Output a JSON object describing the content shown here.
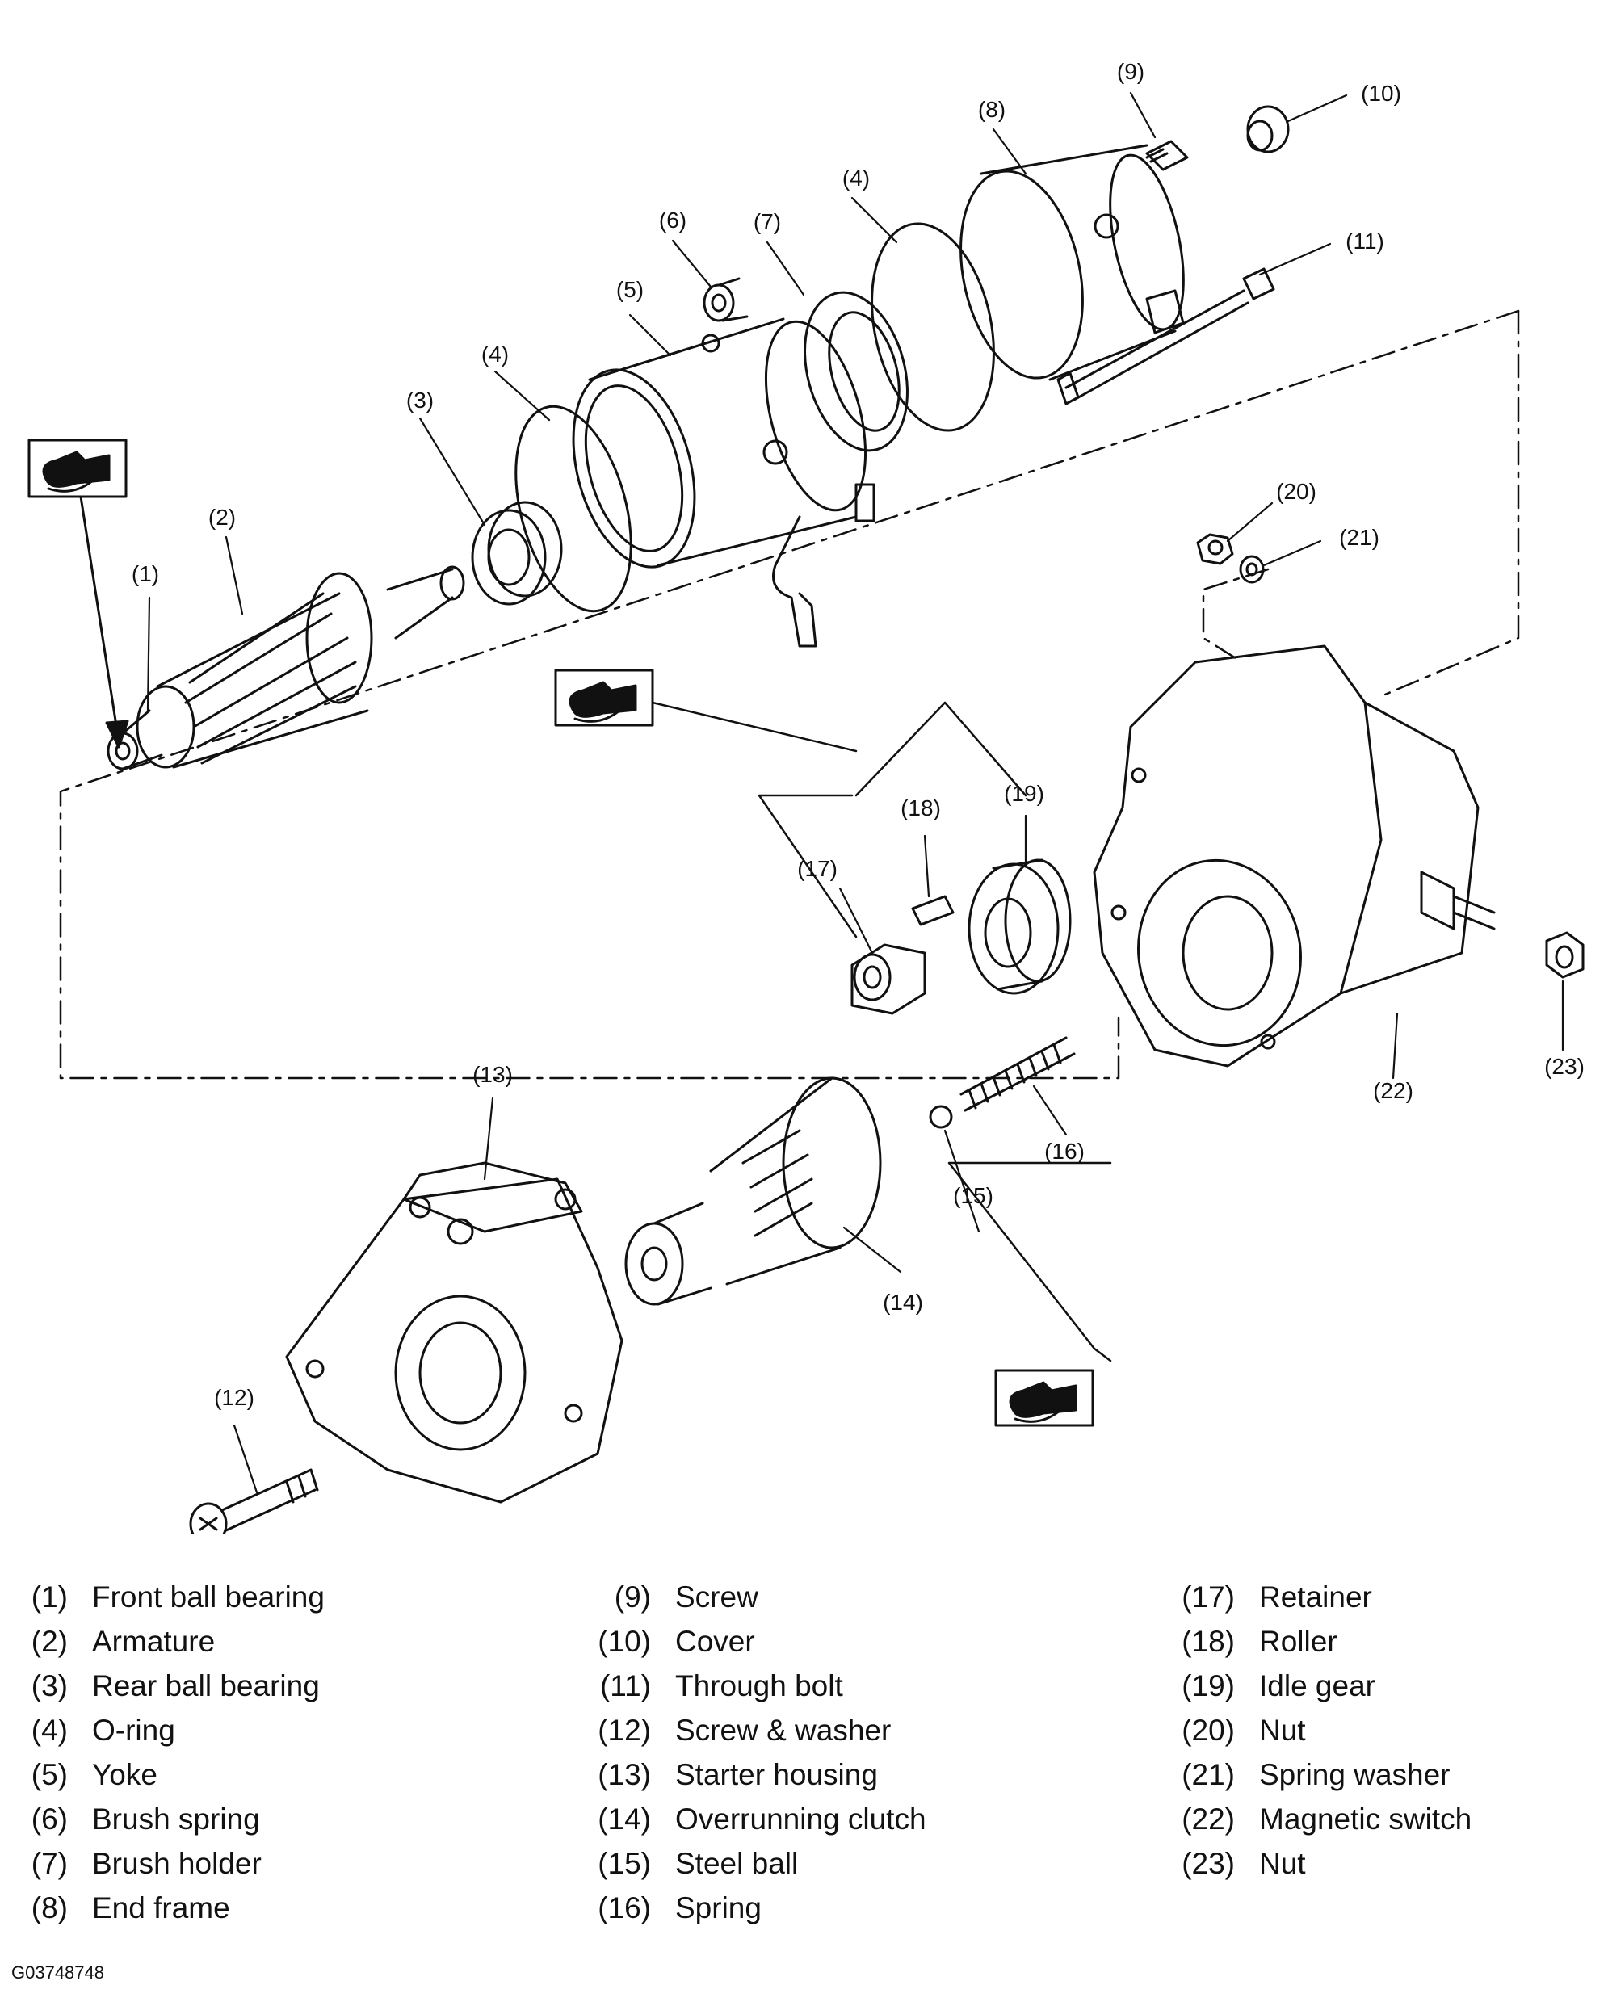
{
  "callouts": {
    "c1": "(1)",
    "c2": "(2)",
    "c3": "(3)",
    "c4a": "(4)",
    "c4b": "(4)",
    "c5": "(5)",
    "c6": "(6)",
    "c7": "(7)",
    "c8": "(8)",
    "c9": "(9)",
    "c10": "(10)",
    "c11": "(11)",
    "c12": "(12)",
    "c13": "(13)",
    "c14": "(14)",
    "c15": "(15)",
    "c16": "(16)",
    "c17": "(17)",
    "c18": "(18)",
    "c19": "(19)",
    "c20": "(20)",
    "c21": "(21)",
    "c22": "(22)",
    "c23": "(23)"
  },
  "legend": {
    "col1": [
      {
        "num": "(1)",
        "label": "Front ball bearing"
      },
      {
        "num": "(2)",
        "label": "Armature"
      },
      {
        "num": "(3)",
        "label": "Rear ball bearing"
      },
      {
        "num": "(4)",
        "label": "O-ring"
      },
      {
        "num": "(5)",
        "label": "Yoke"
      },
      {
        "num": "(6)",
        "label": "Brush spring"
      },
      {
        "num": "(7)",
        "label": "Brush holder"
      },
      {
        "num": "(8)",
        "label": "End frame"
      }
    ],
    "col2": [
      {
        "num": "(9)",
        "label": "Screw"
      },
      {
        "num": "(10)",
        "label": "Cover"
      },
      {
        "num": "(11)",
        "label": "Through bolt"
      },
      {
        "num": "(12)",
        "label": "Screw & washer"
      },
      {
        "num": "(13)",
        "label": "Starter housing"
      },
      {
        "num": "(14)",
        "label": "Overrunning clutch"
      },
      {
        "num": "(15)",
        "label": "Steel ball"
      },
      {
        "num": "(16)",
        "label": "Spring"
      }
    ],
    "col3": [
      {
        "num": "(17)",
        "label": "Retainer"
      },
      {
        "num": "(18)",
        "label": "Roller"
      },
      {
        "num": "(19)",
        "label": "Idle gear"
      },
      {
        "num": "(20)",
        "label": "Nut"
      },
      {
        "num": "(21)",
        "label": "Spring washer"
      },
      {
        "num": "(22)",
        "label": "Magnetic switch"
      },
      {
        "num": "(23)",
        "label": "Nut"
      }
    ]
  },
  "figure_id": "G03748748",
  "icons": [
    "grease-icon",
    "grease-icon",
    "grease-icon"
  ]
}
